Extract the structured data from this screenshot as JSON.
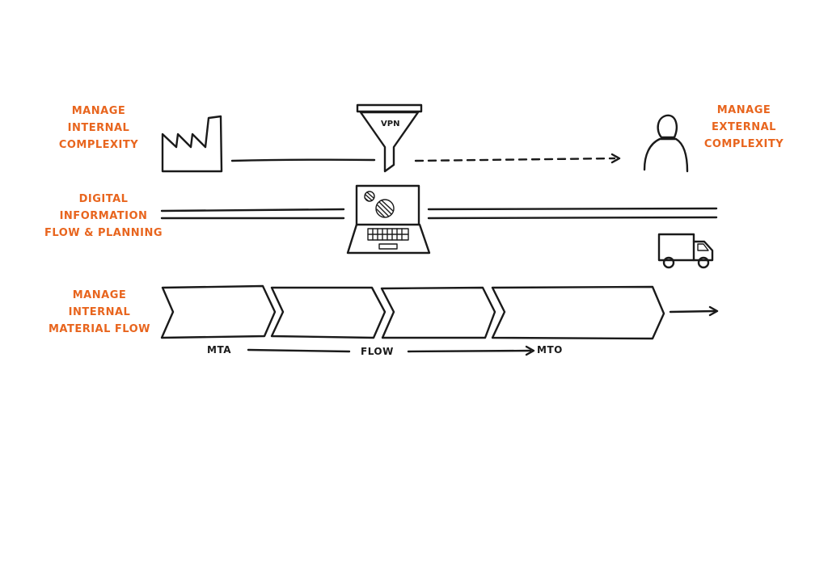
{
  "left_labels": {
    "internal_complexity": [
      "MANAGE",
      "INTERNAL",
      "COMPLEXITY"
    ],
    "digital_flow": [
      "DIGITAL",
      "INFORMATION",
      "FLOW & PLANNING"
    ],
    "material_flow": [
      "MANAGE",
      "INTERNAL",
      "MATERIAL FLOW"
    ]
  },
  "right_labels": {
    "external_complexity": [
      "MANAGE",
      "EXTERNAL",
      "COMPLEXITY"
    ]
  },
  "funnel_text": "VPN",
  "flow_axis": {
    "start": "MTA",
    "middle": "FLOW",
    "end": "MTO"
  },
  "icons": [
    "factory-icon",
    "funnel-icon",
    "person-icon",
    "laptop-icon",
    "truck-icon"
  ],
  "colors": {
    "label_orange": "#e8651e",
    "ink": "#1a1a1a"
  }
}
